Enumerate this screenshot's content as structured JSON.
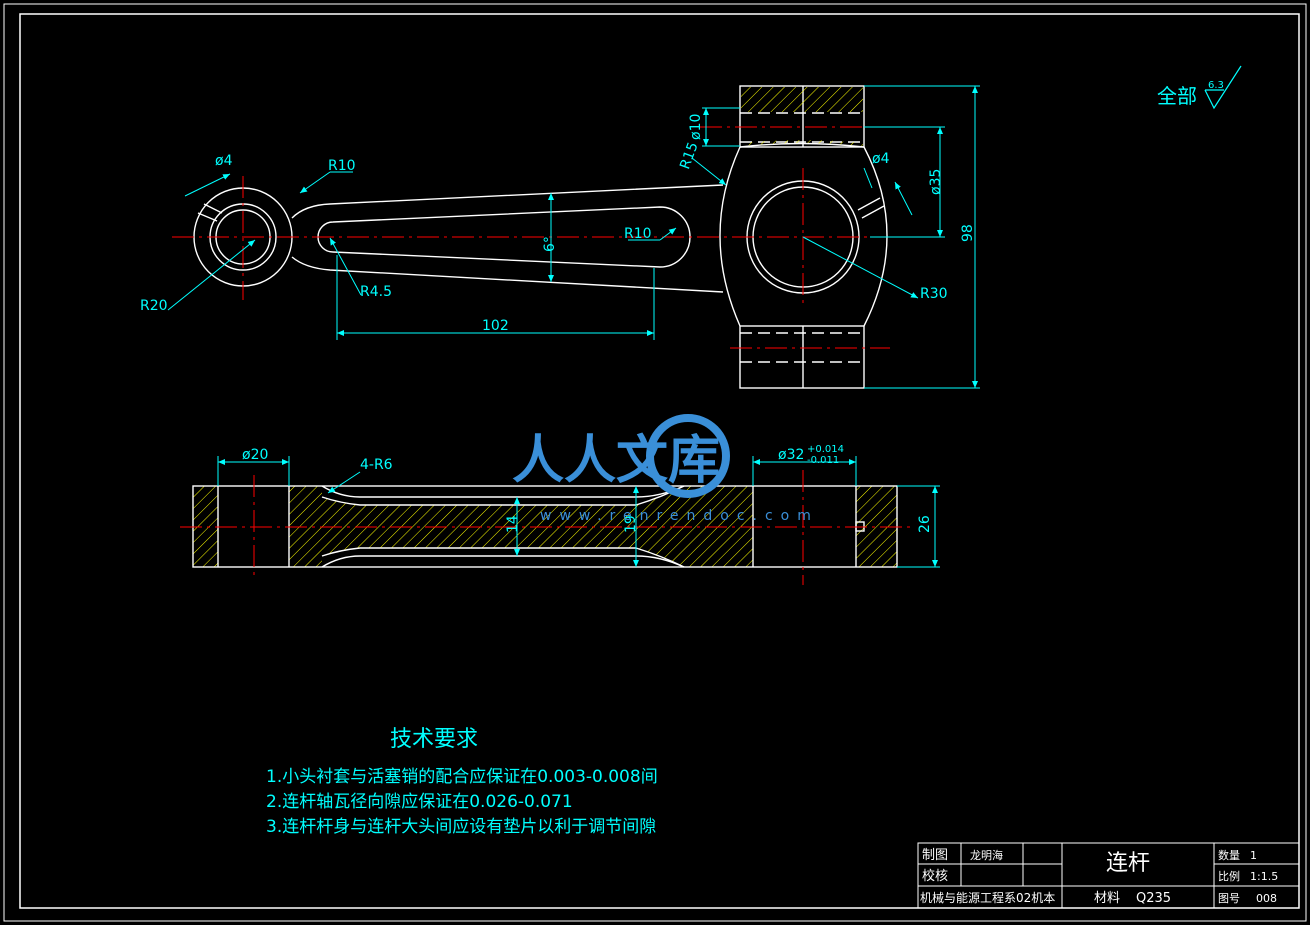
{
  "drawing": {
    "part_name": "连杆",
    "surface_finish": {
      "label": "全部",
      "value": "6.3"
    },
    "watermark": {
      "brand": "人人文库",
      "url": "www.renrendoc.com"
    }
  },
  "dimensions": {
    "top_view": [
      "ø4",
      "R10",
      "R20",
      "R4.5",
      "6°",
      "R10",
      "102",
      "R15",
      "ø4",
      "ø35",
      "R30",
      "ø10",
      "98"
    ],
    "side_view": [
      "ø20",
      "4-R6",
      "ø32",
      "+0.014",
      "-0.011",
      "14",
      "19",
      "26"
    ]
  },
  "tech_requirements": {
    "title": "技术要求",
    "items": [
      "1.小头衬套与活塞销的配合应保证在0.003-0.008间",
      "2.连杆轴瓦径向隙应保证在0.026-0.071",
      "3.连杆杆身与连杆大头间应设有垫片以利于调节间隙"
    ]
  },
  "title_block": {
    "drawn_label": "制图",
    "drawn_by": "龙明海",
    "checked_label": "校核",
    "school": "机械与能源工程系02机本",
    "part_name": "连杆",
    "material_label": "材料",
    "material": "Q235",
    "quantity_label": "数量",
    "quantity": "1",
    "scale_label": "比例",
    "scale": "1:1.5",
    "drawing_no_label": "图号",
    "drawing_no": "008"
  },
  "colors": {
    "outline": "#ffffff",
    "centerline": "#ff0000",
    "dimension": "#00ffff",
    "hatch": "#ffff00",
    "text": "#00ffff",
    "background": "#000000"
  }
}
